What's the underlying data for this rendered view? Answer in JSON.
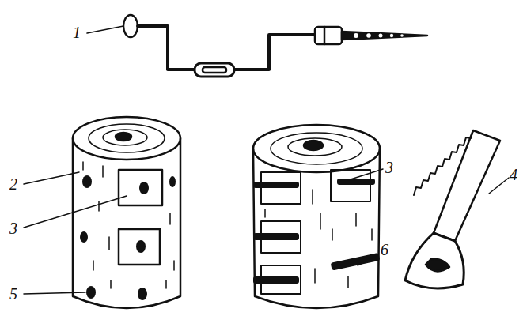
{
  "diagram": {
    "labels": [
      "1",
      "2",
      "3",
      "5",
      "3",
      "6",
      "4"
    ]
  }
}
